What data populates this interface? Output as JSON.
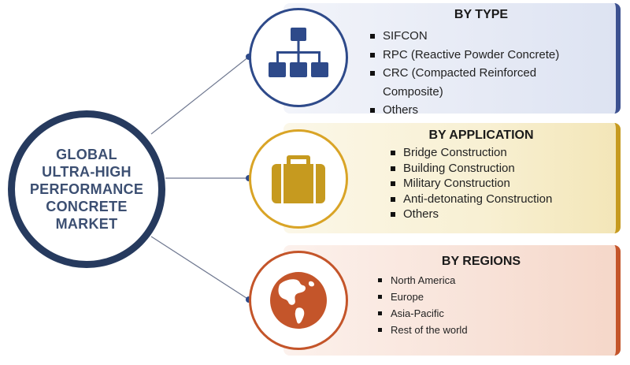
{
  "hub": {
    "title": "GLOBAL\nULTRA-HIGH\nPERFORMANCE\nCONCRETE\nMARKET"
  },
  "colors": {
    "navy": "#263a5e",
    "blue": "#2e4a8a",
    "gold": "#c69a1f",
    "orange": "#c4552a"
  },
  "segments": [
    {
      "title": "BY TYPE",
      "icon": "hierarchy-icon",
      "items": [
        "SIFCON",
        "RPC (Reactive Powder Concrete)",
        "CRC (Compacted Reinforced Composite)",
        "Others"
      ]
    },
    {
      "title": "BY APPLICATION",
      "icon": "briefcase-icon",
      "items": [
        "Bridge Construction",
        "Building Construction",
        "Military Construction",
        "Anti-detonating Construction",
        "Others"
      ]
    },
    {
      "title": "BY REGIONS",
      "icon": "globe-icon",
      "items": [
        "North America",
        "Europe",
        "Asia-Pacific",
        "Rest of the world"
      ]
    }
  ]
}
